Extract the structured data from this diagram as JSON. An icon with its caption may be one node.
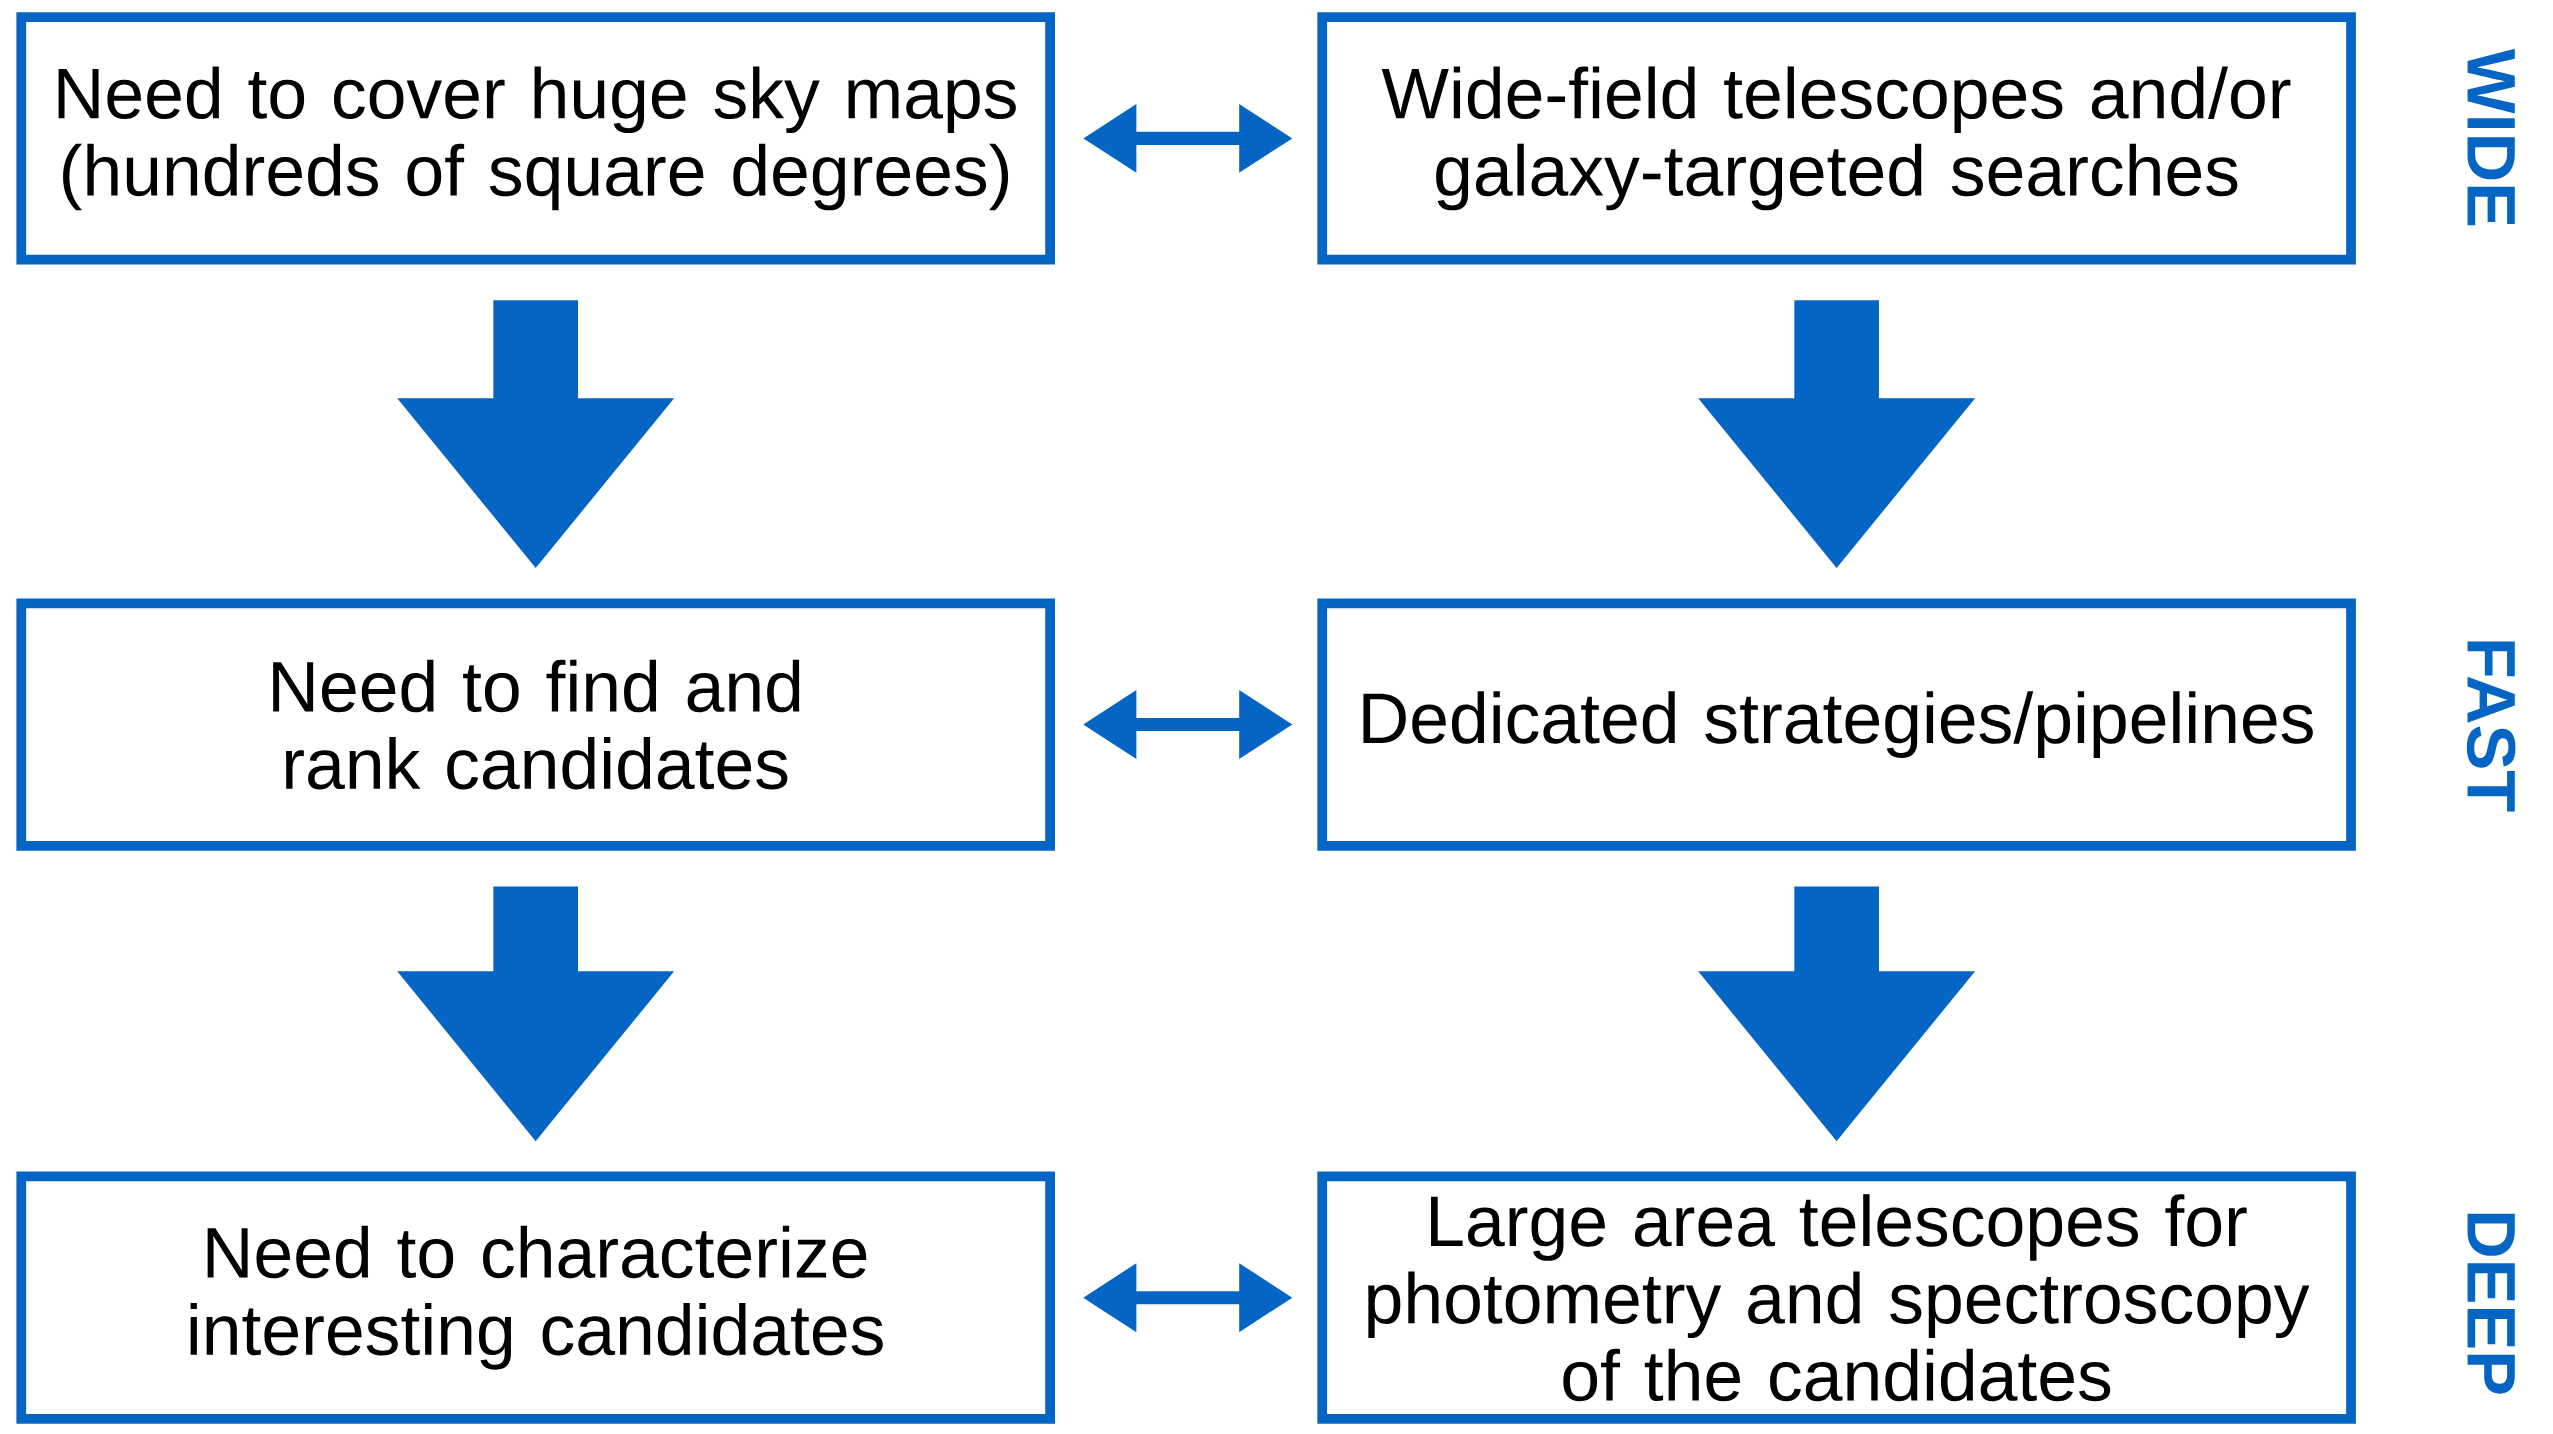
{
  "diagram": {
    "nodes": [
      {
        "text": [
          "Need to cover huge sky maps (hundreds of square degrees)"
        ]
      },
      {
        "text": [
          "Wide-field telescopes and/or galaxy-targeted searches"
        ]
      },
      {
        "text": [
          "Need to find and rank candidates"
        ]
      },
      {
        "text": [
          "Dedicated strategies/pipelines"
        ]
      },
      {
        "text": [
          "Need to characterize interesting candidates"
        ]
      },
      {
        "text": [
          "Large area telescopes for photometry and spectroscopy of the candidates"
        ]
      }
    ],
    "edges": [
      {
        "from": 0,
        "to": 1,
        "arrow": "both"
      },
      {
        "from": 0,
        "to": 2,
        "arrow": "to"
      },
      {
        "from": 1,
        "to": 3,
        "arrow": "to"
      },
      {
        "from": 2,
        "to": 3,
        "arrow": "both"
      },
      {
        "from": 2,
        "to": 4,
        "arrow": "to"
      },
      {
        "from": 3,
        "to": 5,
        "arrow": "to"
      },
      {
        "from": 4,
        "to": 5,
        "arrow": "both"
      }
    ],
    "labels": [
      "WIDE",
      "FAST",
      "DEEP"
    ]
  }
}
